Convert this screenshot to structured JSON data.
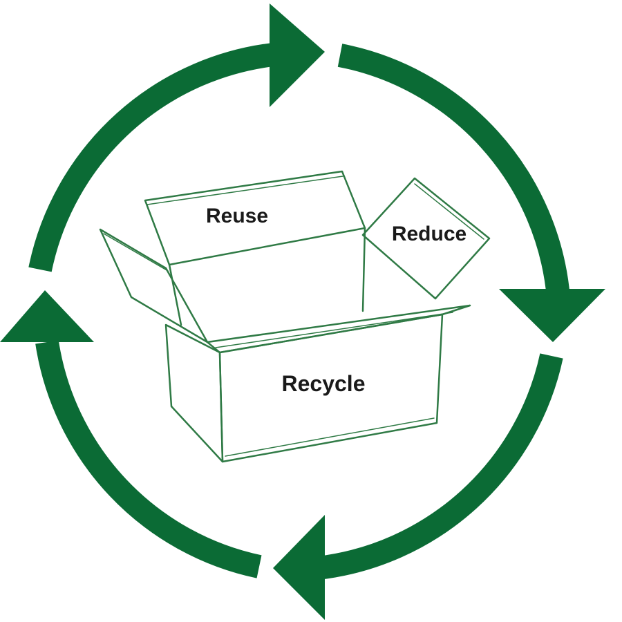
{
  "labels": {
    "reuse": "Reuse",
    "reduce": "Reduce",
    "recycle": "Recycle"
  },
  "colors": {
    "arrow": "#0b6b35",
    "box_outline": "#2f7a45",
    "text": "#1a1a1a",
    "background": "#ffffff"
  },
  "icons": {
    "cycle": "recycle-arrows-icon",
    "box": "open-cardboard-box-icon"
  }
}
